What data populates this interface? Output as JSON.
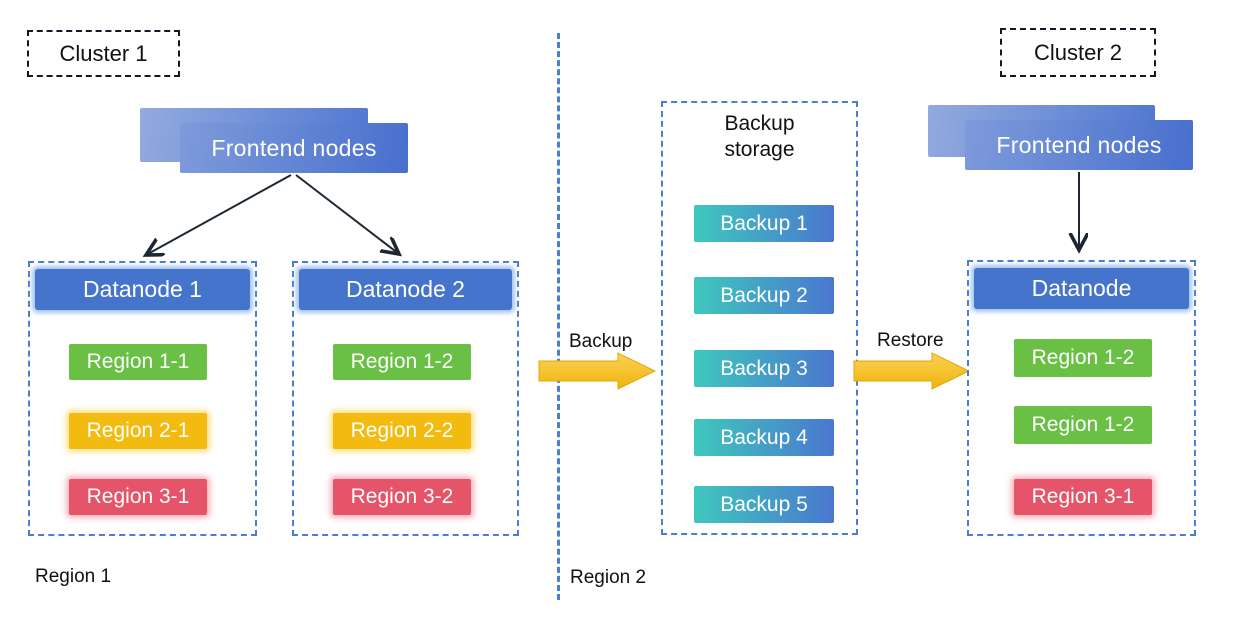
{
  "diagram": {
    "cluster1": {
      "label": "Cluster 1",
      "frontend_label": "Frontend nodes",
      "datanode1": {
        "title": "Datanode 1",
        "regions": [
          "Region 1-1",
          "Region 2-1",
          "Region 3-1"
        ]
      },
      "datanode2": {
        "title": "Datanode 2",
        "regions": [
          "Region 1-2",
          "Region 2-2",
          "Region 3-2"
        ]
      },
      "zone_label": "Region 1"
    },
    "cluster2": {
      "label": "Cluster 2",
      "frontend_label": "Frontend nodes",
      "datanode": {
        "title": "Datanode",
        "regions": [
          "Region 1-2",
          "Region 1-2",
          "Region 3-1"
        ]
      },
      "zone_label": "Region 2"
    },
    "backup_storage": {
      "title": "Backup storage",
      "items": [
        "Backup 1",
        "Backup 2",
        "Backup 3",
        "Backup 4",
        "Backup 5"
      ]
    },
    "flows": {
      "backup_label": "Backup",
      "restore_label": "Restore"
    },
    "colors": {
      "region_green": "#6abf45",
      "region_yellow": "#f3bb10",
      "region_red": "#e6546a",
      "node_blue": "#4574cc",
      "dashed_blue": "#4a7ed3",
      "backup_gradient_start": "#3fc8bd",
      "backup_gradient_end": "#4a77d0",
      "frontend_gradient_start": "#93aade",
      "frontend_gradient_end": "#4d74cf",
      "arrow_yellow": "#f8c32a",
      "connector_dark": "#1c2733"
    }
  }
}
